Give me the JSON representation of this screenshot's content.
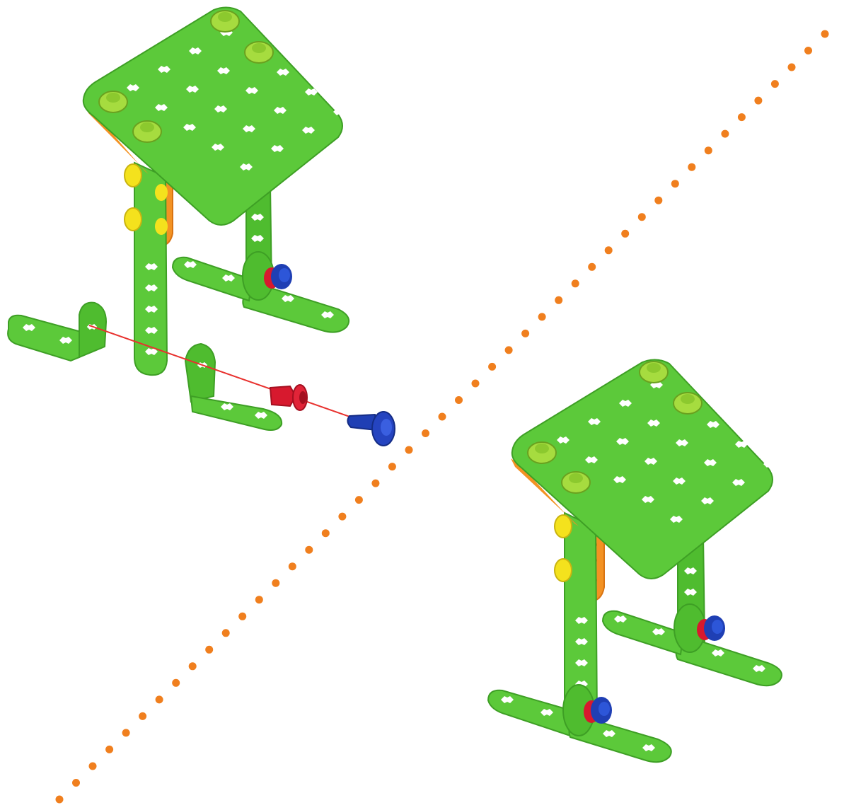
{
  "title": "",
  "steps": [
    {
      "label": "",
      "state": "exploded"
    },
    {
      "label": "",
      "state": "assembled"
    }
  ],
  "divider": {
    "style": "dotted",
    "color": "#f07f1e"
  },
  "colors": {
    "plate": "#5cc93a",
    "plate_edge": "#3e9f25",
    "plate_dark": "#2f7e1b",
    "back_plate": "#f39223",
    "bolt": "#a6dc3f",
    "side_knob": "#f4e21d",
    "connector_red": "#d7192e",
    "screw_blue": "#1f3fb4",
    "guide_line": "#e8312e",
    "divider": "#f07f1e"
  },
  "parts": {
    "square_plate": {
      "name": "square-plate",
      "icon": "square-perforated-plate"
    },
    "vertical_strip": {
      "name": "vertical-strip",
      "icon": "perforated-strip"
    },
    "angle_foot": {
      "name": "angle-foot",
      "icon": "l-bracket"
    },
    "red_connector": {
      "name": "red-connector",
      "icon": "red-spacer"
    },
    "blue_screw": {
      "name": "blue-screw",
      "icon": "blue-bolt"
    },
    "green_bolt": {
      "name": "green-bolt",
      "icon": "bolt-head"
    },
    "yellow_knob": {
      "name": "yellow-knob",
      "icon": "knob"
    }
  }
}
